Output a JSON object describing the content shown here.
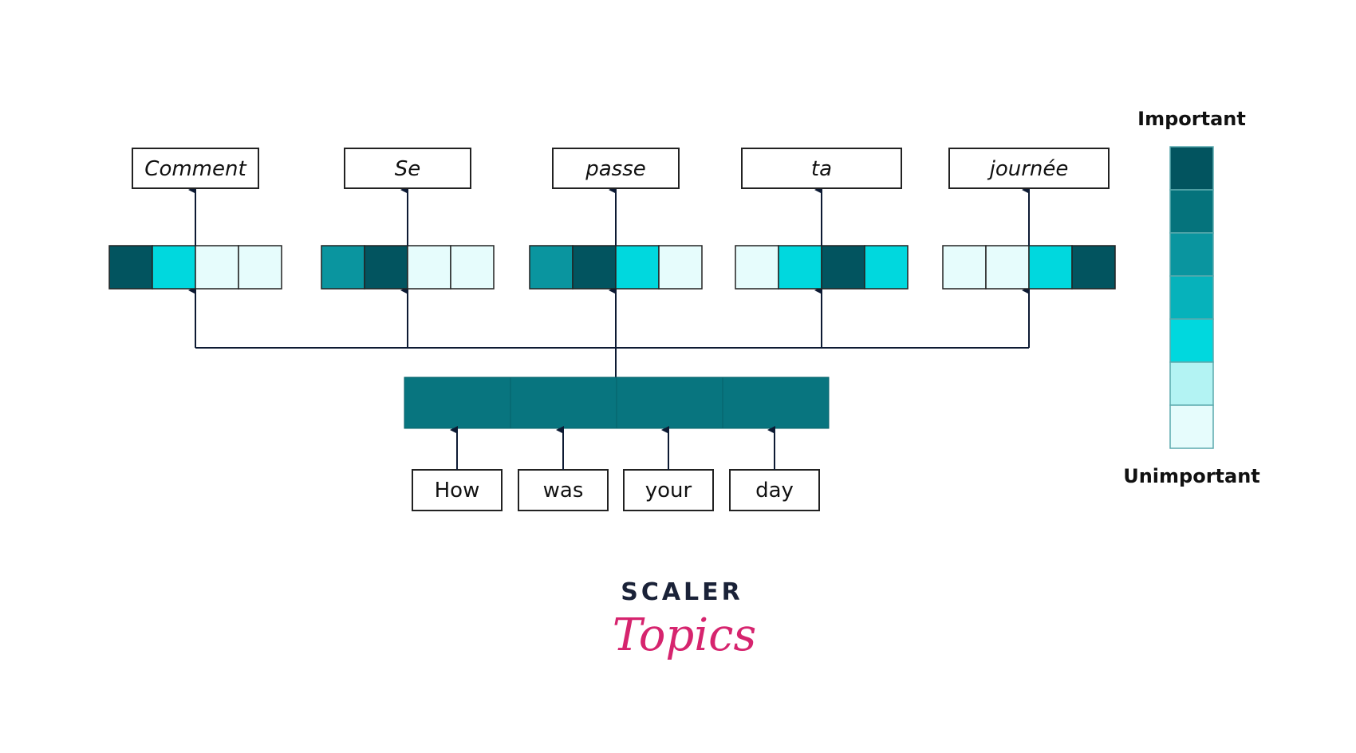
{
  "colors": {
    "line": "#0d1a33",
    "border": "#222222",
    "encoder": "#08757f",
    "scale": [
      "#02545f",
      "#05737c",
      "#0a959f",
      "#06b2bb",
      "#00d8de",
      "#b3f3f3",
      "#e6fcfc"
    ]
  },
  "legend": {
    "top_label": "Important",
    "bottom_label": "Unimportant"
  },
  "input_words": [
    "How",
    "was",
    "your",
    "day"
  ],
  "output_words": [
    {
      "word": "Comment",
      "attention": [
        0,
        4,
        6,
        6
      ]
    },
    {
      "word": "Se",
      "attention": [
        2,
        0,
        6,
        6
      ]
    },
    {
      "word": "passe",
      "attention": [
        2,
        0,
        4,
        6
      ]
    },
    {
      "word": "ta",
      "attention": [
        6,
        4,
        0,
        4
      ]
    },
    {
      "word": "journée",
      "attention": [
        6,
        6,
        4,
        0
      ]
    }
  ],
  "logo": {
    "top": "SCALER",
    "bottom": "Topics"
  }
}
